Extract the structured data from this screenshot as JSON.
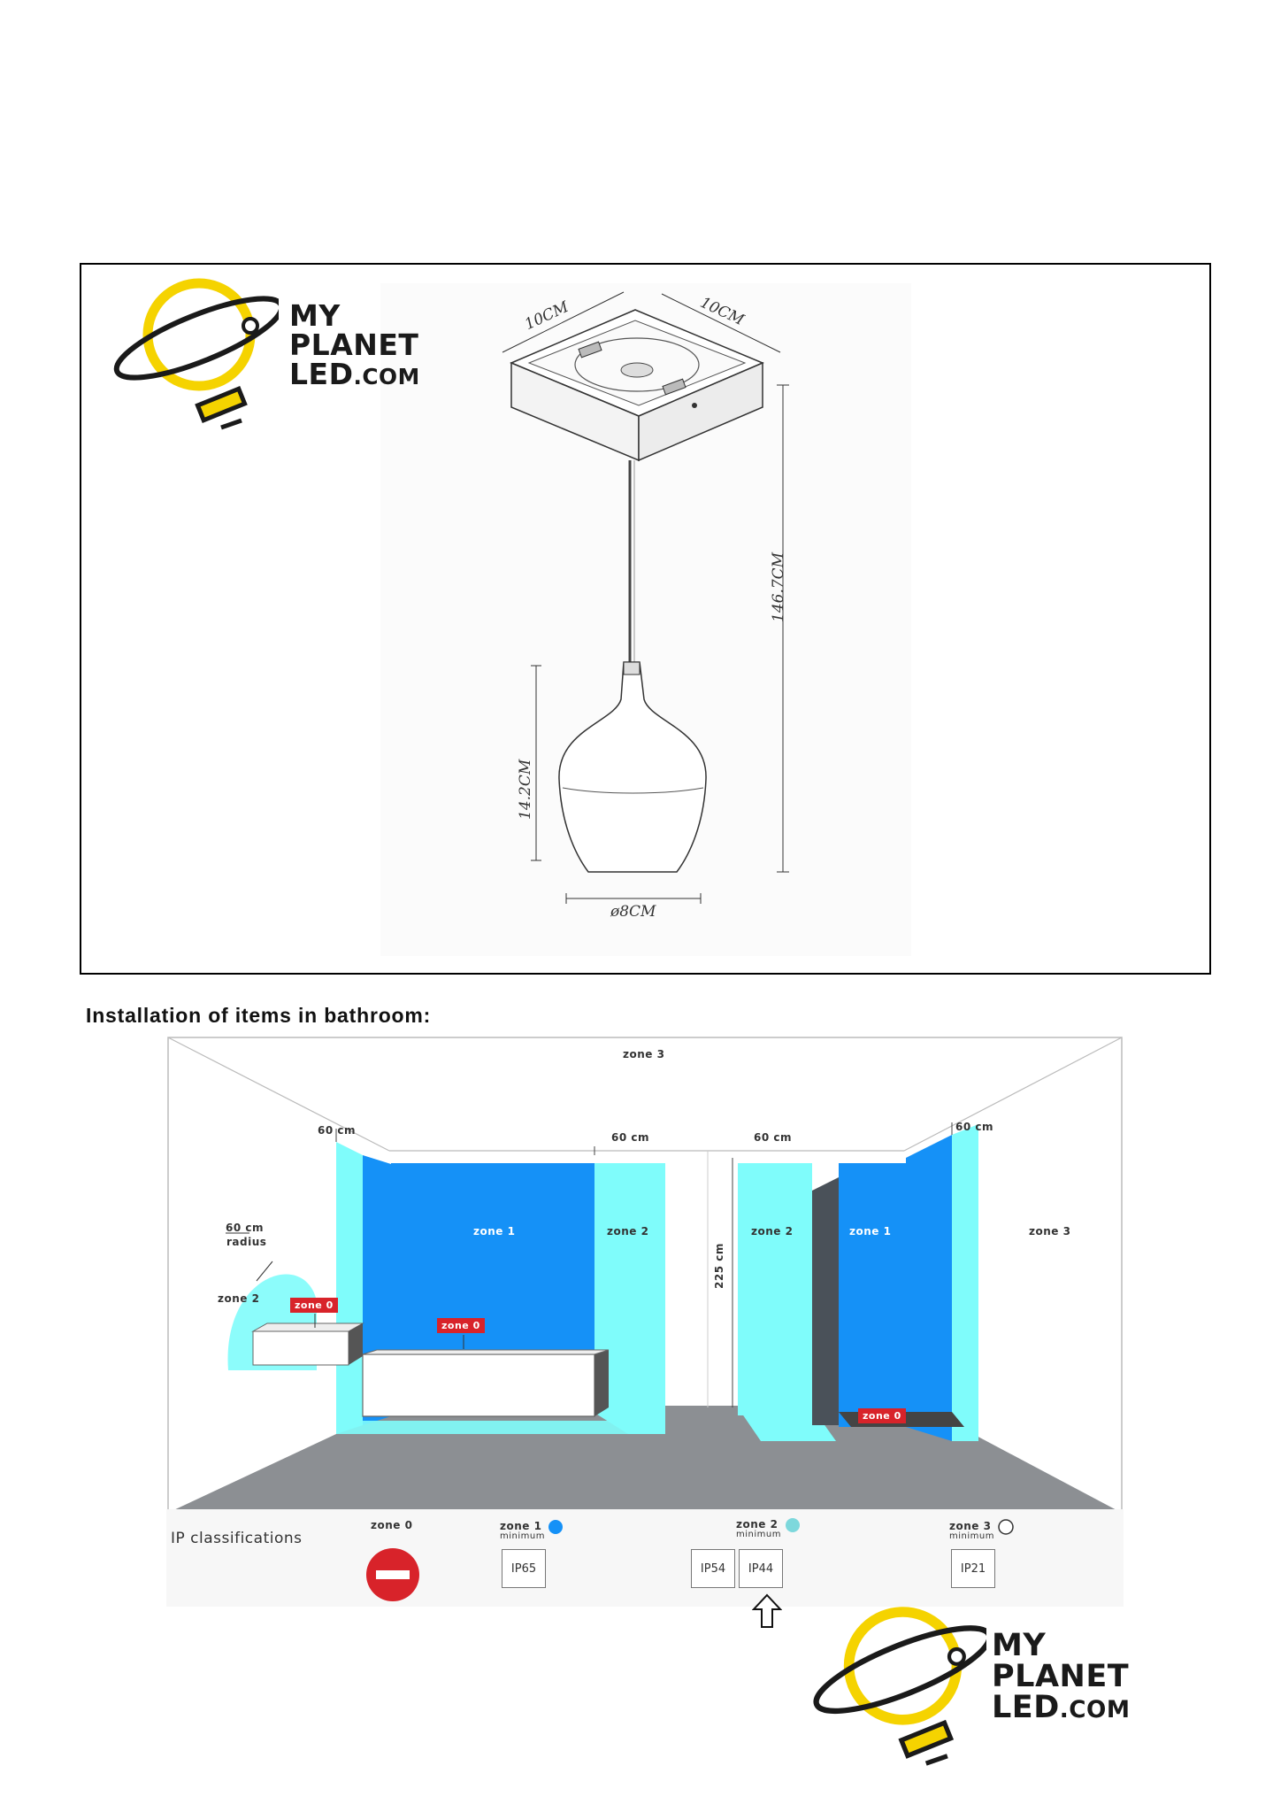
{
  "brand": {
    "logo_line1": "MY",
    "logo_line2": "PLANET",
    "logo_line3a": "LED",
    "logo_line3b": ".COM",
    "colors": {
      "yellow": "#f5d300",
      "dark": "#1a1a1a"
    }
  },
  "product_drawing": {
    "dim_top_left": "10CM",
    "dim_top_right": "10CM",
    "dim_total_height": "146.7CM",
    "dim_shade_height": "14.2CM",
    "dim_diameter": "ø8CM"
  },
  "section_title": "Installation of items in bathroom:",
  "bathroom": {
    "zone3_top": "zone 3",
    "zone3_right": "zone 3",
    "cm60_left": "60 cm",
    "cm60_mid1": "60 cm",
    "cm60_mid2": "60 cm",
    "cm60_right": "60 cm",
    "radius_label": "60 cm\nradius",
    "radius_line1": "60 cm",
    "radius_line2": "radius",
    "zone2_sink": "zone 2",
    "zone0_sink": "zone 0",
    "zone0_bath": "zone 0",
    "zone0_shower": "zone 0",
    "zone1_bath": "zone 1",
    "zone2_bath": "zone 2",
    "zone2_shower": "zone 2",
    "zone1_shower": "zone 1",
    "height_label": "225 cm",
    "colors": {
      "zone1": "#1591f7",
      "zone2": "#7ffcfb",
      "zone0": "#d8232a",
      "floor": "#8c8f93",
      "wall": "#ffffff"
    }
  },
  "ip_classifications": {
    "title": "IP classifications",
    "zone0_label": "zone 0",
    "zone1_label": "zone 1",
    "zone1_min": "minimum",
    "zone1_ip": "IP65",
    "zone2_label": "zone 2",
    "zone2_min": "minimum",
    "zone2_ip_a": "IP54",
    "zone2_ip_b": "IP44",
    "zone3_label": "zone 3",
    "zone3_min": "minimum",
    "zone3_ip": "IP21"
  }
}
